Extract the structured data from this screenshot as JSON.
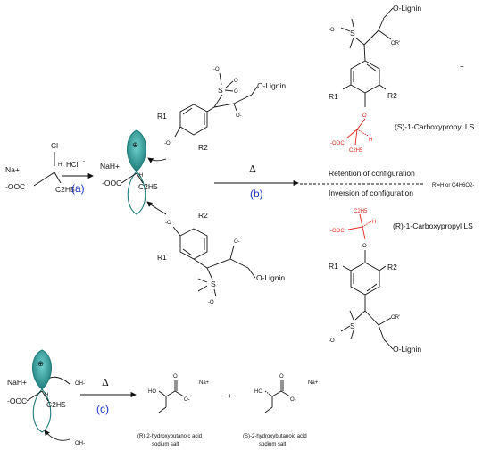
{
  "reaction_a": {
    "start_na": "Na+",
    "start_cl": "Cl",
    "start_h": "H",
    "start_ooc": "-OOC",
    "start_c2h5": "C2H5",
    "reagent": "HCl",
    "reagent_minus": "-",
    "step": "(a)"
  },
  "carbocation": {
    "na": "NaH+",
    "plus": "⊕",
    "h": "H",
    "ooc": "-OOC",
    "c2h5": "C2H5"
  },
  "reaction_b": {
    "delta": "Δ",
    "step": "(b)",
    "retention": "Retention of configuration",
    "inversion": "Inversion of configuration",
    "r_def": "R'=H or C4H6O2-"
  },
  "lignin_top": {
    "o_minus_top": "-O",
    "s": "S",
    "o1": "O",
    "o2": "O",
    "o_lignin": "O-Lignin",
    "o_minus_side": "O-",
    "r1": "R1",
    "r2": "R2",
    "phenolate": "-O"
  },
  "lignin_bottom": {
    "phenolate": "-O",
    "r1": "R1",
    "r2": "R2",
    "o_minus_side": "O-",
    "s": "S",
    "o_lignin": "O-Lignin",
    "o_minus_bottom": "-O"
  },
  "product_s": {
    "o_minus": "-O",
    "s": "S",
    "o_lignin": "O-Lignin",
    "or": "OR'",
    "plus": "+",
    "r1": "R1",
    "r2": "R2",
    "o": "O",
    "ooc": "-OOC",
    "h": "H",
    "c2h5": "C2H5",
    "label": "(S)-1-Carboxypropyl LS"
  },
  "product_r": {
    "c2h5": "C2H5",
    "ooc": "-OOC",
    "h": "H",
    "label": "(R)-1-Carboxypropyl LS",
    "o": "O",
    "r1": "R1",
    "r2": "R2",
    "or": "OR'",
    "o_minus": "-O",
    "s": "S",
    "o_lignin": "O-Lignin"
  },
  "reaction_c": {
    "oh_top": "OH-",
    "oh_bottom": "OH-",
    "na": "NaH+",
    "plus": "⊕",
    "h": "H",
    "ooc": "-OOC",
    "c2h5": "C2H5",
    "delta": "Δ",
    "step": "(c)",
    "prod1_ho": "HO",
    "prod1_na": "Na+",
    "prod1_label_1": "(R)-2-hydroxybutanoic acid",
    "prod1_label_2": "sodium salt",
    "plus_sign": "+",
    "prod2_ho": "HO",
    "prod2_na": "Na+",
    "prod2_label_1": "(S)-2-hydroxybutanoic acid",
    "prod2_label_2": "sodium salt",
    "o": "O",
    "o_minus": "O-"
  },
  "colors": {
    "accent_red": "#e0251b",
    "step_blue": "#1a33cc",
    "orbital_teal": "#1e7c7a"
  }
}
